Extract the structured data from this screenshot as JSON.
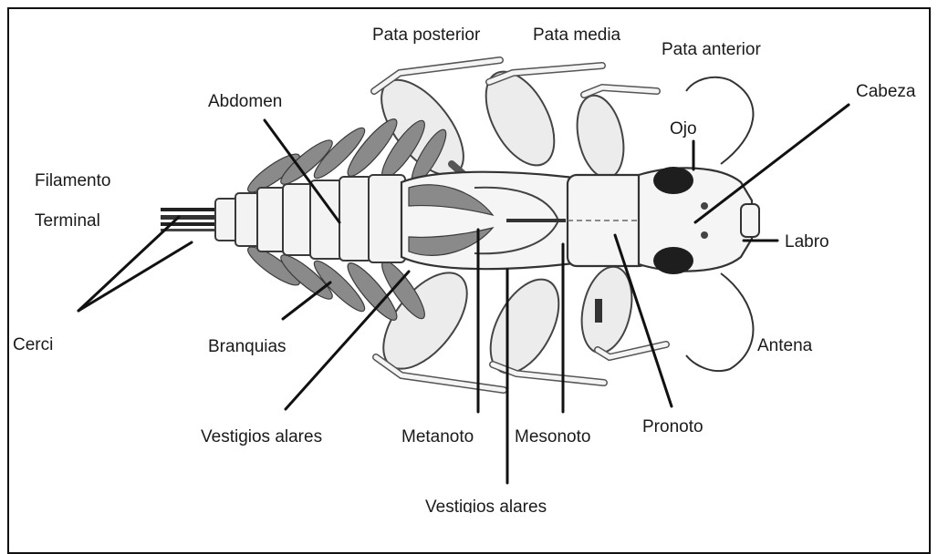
{
  "labels": {
    "pata_posterior": "Pata posterior",
    "pata_media": "Pata media",
    "pata_anterior": "Pata anterior",
    "cabeza": "Cabeza",
    "abdomen": "Abdomen",
    "ojo": "Ojo",
    "filamento": "Filamento",
    "terminal": "Terminal",
    "labro": "Labro",
    "cerci": "Cerci",
    "branquias": "Branquias",
    "antena": "Antena",
    "vestigios_alares_1": "Vestigios alares",
    "metanoto": "Metanoto",
    "mesonoto": "Mesonoto",
    "pronoto": "Pronoto",
    "vestigios_alares_2": "Vestigios alares"
  }
}
